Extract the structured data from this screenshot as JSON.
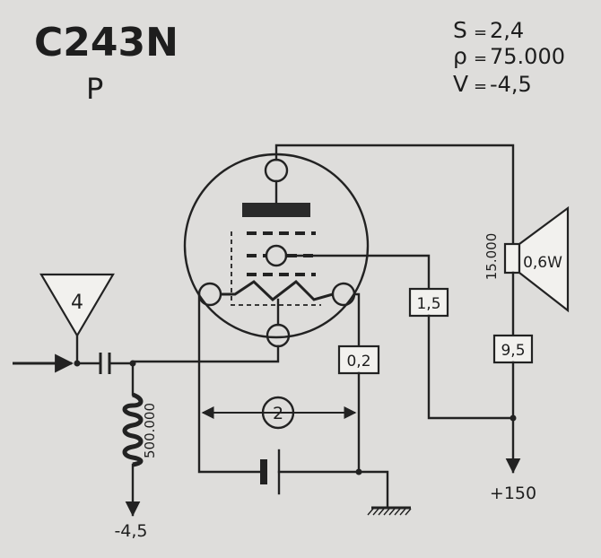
{
  "header": {
    "tube_type": "C243N",
    "tube_class": "P",
    "params": [
      {
        "symbol": "S",
        "eq": "=",
        "value": "2,4"
      },
      {
        "symbol": "ρ",
        "eq": "=",
        "value": "75.000"
      },
      {
        "symbol": "V",
        "eq": "=",
        "value": "-4,5"
      }
    ]
  },
  "components": {
    "antenna_label": "4",
    "resistor_grid": "500.000",
    "grid_supply": "-4,5",
    "box_screen": "1,5",
    "box_plate": "0,2",
    "box_speaker": "9,5",
    "speaker_resistance": "15.000",
    "speaker_power": "0,6W",
    "filament_label": "2",
    "plate_supply": "+150"
  },
  "colors": {
    "paper": "#dedddb",
    "ink": "#1e1e1e"
  }
}
